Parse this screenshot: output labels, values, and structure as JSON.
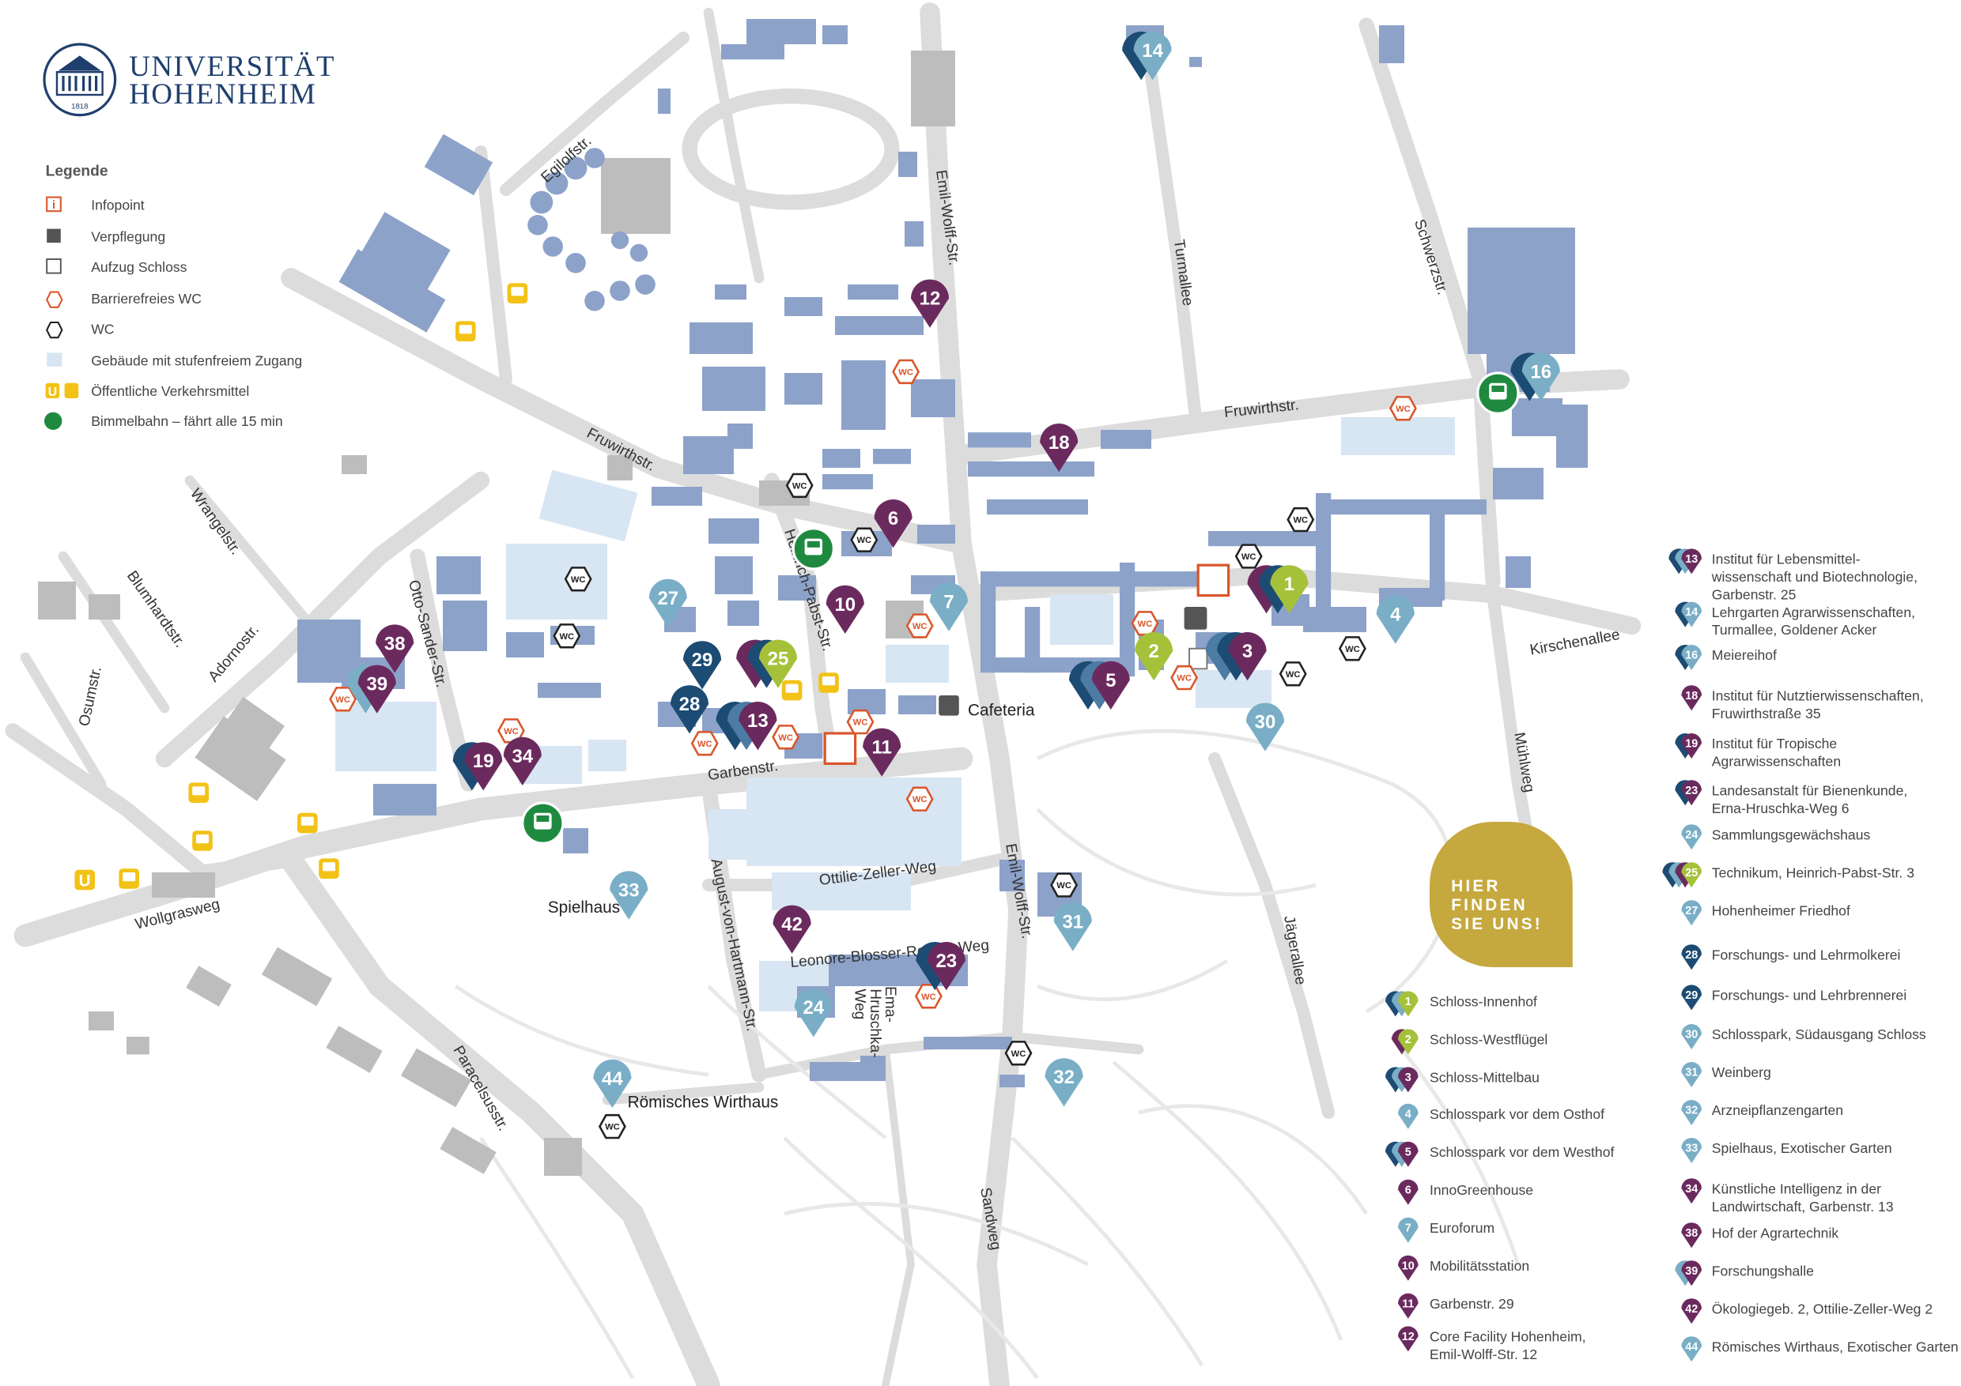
{
  "logo": {
    "line1": "UNIVERSITÄT",
    "line2": "HOHENHEIM",
    "year": "1818"
  },
  "colors": {
    "building": "#8ca2c9",
    "building_access": "#d8e5f3",
    "road": "#dcdcdc",
    "gray_building": "#bdbdbd",
    "purple": "#6b2a5e",
    "navy": "#1c4b73",
    "blue": "#4c7ba3",
    "lightblue": "#79aec6",
    "lime": "#a5c13a",
    "gold": "#c5a83e",
    "info_red": "#d9562a",
    "transit_yellow": "#f3c217",
    "bimmel_green": "#1f8a3f"
  },
  "legend": {
    "title": "Legende",
    "items": [
      {
        "icon": "info-icon",
        "label": "Infopoint"
      },
      {
        "icon": "food-icon",
        "label": "Verpflegung"
      },
      {
        "icon": "elevator-icon",
        "label": "Aufzug Schloss"
      },
      {
        "icon": "accessible-wc-icon",
        "label": "Barrierefreies WC"
      },
      {
        "icon": "wc-icon",
        "label": "WC"
      },
      {
        "icon": "accessible-building-icon",
        "label": "Gebäude mit stufenfreiem Zugang"
      },
      {
        "icon": "transit-icon",
        "label": "Öffentliche Verkehrsmittel"
      },
      {
        "icon": "bimmelbahn-icon",
        "label": "Bimmelbahn – fährt alle 15 min"
      }
    ],
    "wc_text": "WC",
    "ubahn_text": "U",
    "info_text": "i"
  },
  "streets": [
    "Egilolfstr.",
    "Emil-Wolff-Str.",
    "Turmallee",
    "Schwerzstr.",
    "Fruwirthstr.",
    "Fruwirthstr.",
    "Wrangelstr.",
    "Blumhardtstr.",
    "Adornostr.",
    "Osumstr.",
    "Otto-Sander-Str.",
    "Heinrich-Pabst-Str.",
    "Garbenstr.",
    "Kirschenallee",
    "Mühlweg",
    "Ottilie-Zeller-Weg",
    "Wollgrasweg",
    "August-von-Hartmann-Str.",
    "Emil-Wolff-Str.",
    "Jägerallee",
    "Leonore-Blosser-Reisen-Weg",
    "Ema-",
    "Hruschka-",
    "Weg",
    "Paracelsusstr.",
    "Sandweg"
  ],
  "places": [
    "Cafeteria",
    "Spielhaus",
    "Römisches Wirthaus"
  ],
  "pins": [
    {
      "num": "14",
      "color": "lightblue"
    },
    {
      "num": "12",
      "color": "purple"
    },
    {
      "num": "16",
      "color": "lightblue"
    },
    {
      "num": "18",
      "color": "purple"
    },
    {
      "num": "6",
      "color": "purple"
    },
    {
      "num": "27",
      "color": "lightblue"
    },
    {
      "num": "7",
      "color": "lightblue"
    },
    {
      "num": "10",
      "color": "purple"
    },
    {
      "num": "1",
      "color": "lime"
    },
    {
      "num": "4",
      "color": "lightblue"
    },
    {
      "num": "2",
      "color": "lime"
    },
    {
      "num": "3",
      "color": "purple"
    },
    {
      "num": "5",
      "color": "purple"
    },
    {
      "num": "29",
      "color": "navy"
    },
    {
      "num": "25",
      "color": "lime"
    },
    {
      "num": "28",
      "color": "navy"
    },
    {
      "num": "13",
      "color": "purple"
    },
    {
      "num": "11",
      "color": "purple"
    },
    {
      "num": "30",
      "color": "lightblue"
    },
    {
      "num": "38",
      "color": "purple"
    },
    {
      "num": "39",
      "color": "purple"
    },
    {
      "num": "19",
      "color": "purple"
    },
    {
      "num": "34",
      "color": "purple"
    },
    {
      "num": "33",
      "color": "lightblue"
    },
    {
      "num": "31",
      "color": "lightblue"
    },
    {
      "num": "42",
      "color": "purple"
    },
    {
      "num": "23",
      "color": "purple"
    },
    {
      "num": "24",
      "color": "lightblue"
    },
    {
      "num": "44",
      "color": "lightblue"
    },
    {
      "num": "32",
      "color": "lightblue"
    }
  ],
  "badge": {
    "line1": "HIER",
    "line2": "FINDEN",
    "line3": "SIE UNS!"
  },
  "index_left": [
    {
      "num": "1",
      "label": "Schloss-Innenhof"
    },
    {
      "num": "2",
      "label": "Schloss-Westflügel"
    },
    {
      "num": "3",
      "label": "Schloss-Mittelbau"
    },
    {
      "num": "4",
      "label": "Schlosspark vor dem Osthof"
    },
    {
      "num": "5",
      "label": "Schlosspark vor dem Westhof"
    },
    {
      "num": "6",
      "label": "InnoGreenhouse"
    },
    {
      "num": "7",
      "label": "Euroforum"
    },
    {
      "num": "10",
      "label": "Mobilitätsstation"
    },
    {
      "num": "11",
      "label": "Garbenstr. 29"
    },
    {
      "num": "12",
      "label": "Core Facility Hohenheim,",
      "label2": "Emil-Wolff-Str. 12"
    }
  ],
  "index_right": [
    {
      "num": "13",
      "label": "Institut für Lebensmittel-",
      "label2": "wissenschaft und Biotechnologie,",
      "label3": "Garbenstr. 25"
    },
    {
      "num": "14",
      "label": "Lehrgarten Agrarwissenschaften,",
      "label2": "Turmallee, Goldener Acker"
    },
    {
      "num": "16",
      "label": "Meiereihof"
    },
    {
      "num": "18",
      "label": "Institut für Nutztierwissenschaften,",
      "label2": "Fruwirthstraße 35"
    },
    {
      "num": "19",
      "label": "Institut für Tropische",
      "label2": "Agrarwissenschaften"
    },
    {
      "num": "23",
      "label": "Landesanstalt für Bienenkunde,",
      "label2": "Erna-Hruschka-Weg 6"
    },
    {
      "num": "24",
      "label": "Sammlungsgewächshaus"
    },
    {
      "num": "25",
      "label": "Technikum, Heinrich-Pabst-Str. 3"
    },
    {
      "num": "27",
      "label": "Hohenheimer Friedhof"
    },
    {
      "num": "28",
      "label": "Forschungs- und Lehrmolkerei"
    },
    {
      "num": "29",
      "label": "Forschungs- und Lehrbrennerei"
    },
    {
      "num": "30",
      "label": "Schlosspark, Südausgang Schloss"
    },
    {
      "num": "31",
      "label": "Weinberg"
    },
    {
      "num": "32",
      "label": "Arzneipflanzengarten"
    },
    {
      "num": "33",
      "label": "Spielhaus, Exotischer Garten"
    },
    {
      "num": "34",
      "label": "Künstliche Intelligenz in der",
      "label2": "Landwirtschaft, Garbenstr. 13"
    },
    {
      "num": "38",
      "label": "Hof der Agrartechnik"
    },
    {
      "num": "39",
      "label": "Forschungshalle"
    },
    {
      "num": "42",
      "label": "Ökologiegeb. 2, Ottilie-Zeller-Weg 2"
    },
    {
      "num": "44",
      "label": "Römisches Wirthaus, Exotischer Garten"
    }
  ]
}
